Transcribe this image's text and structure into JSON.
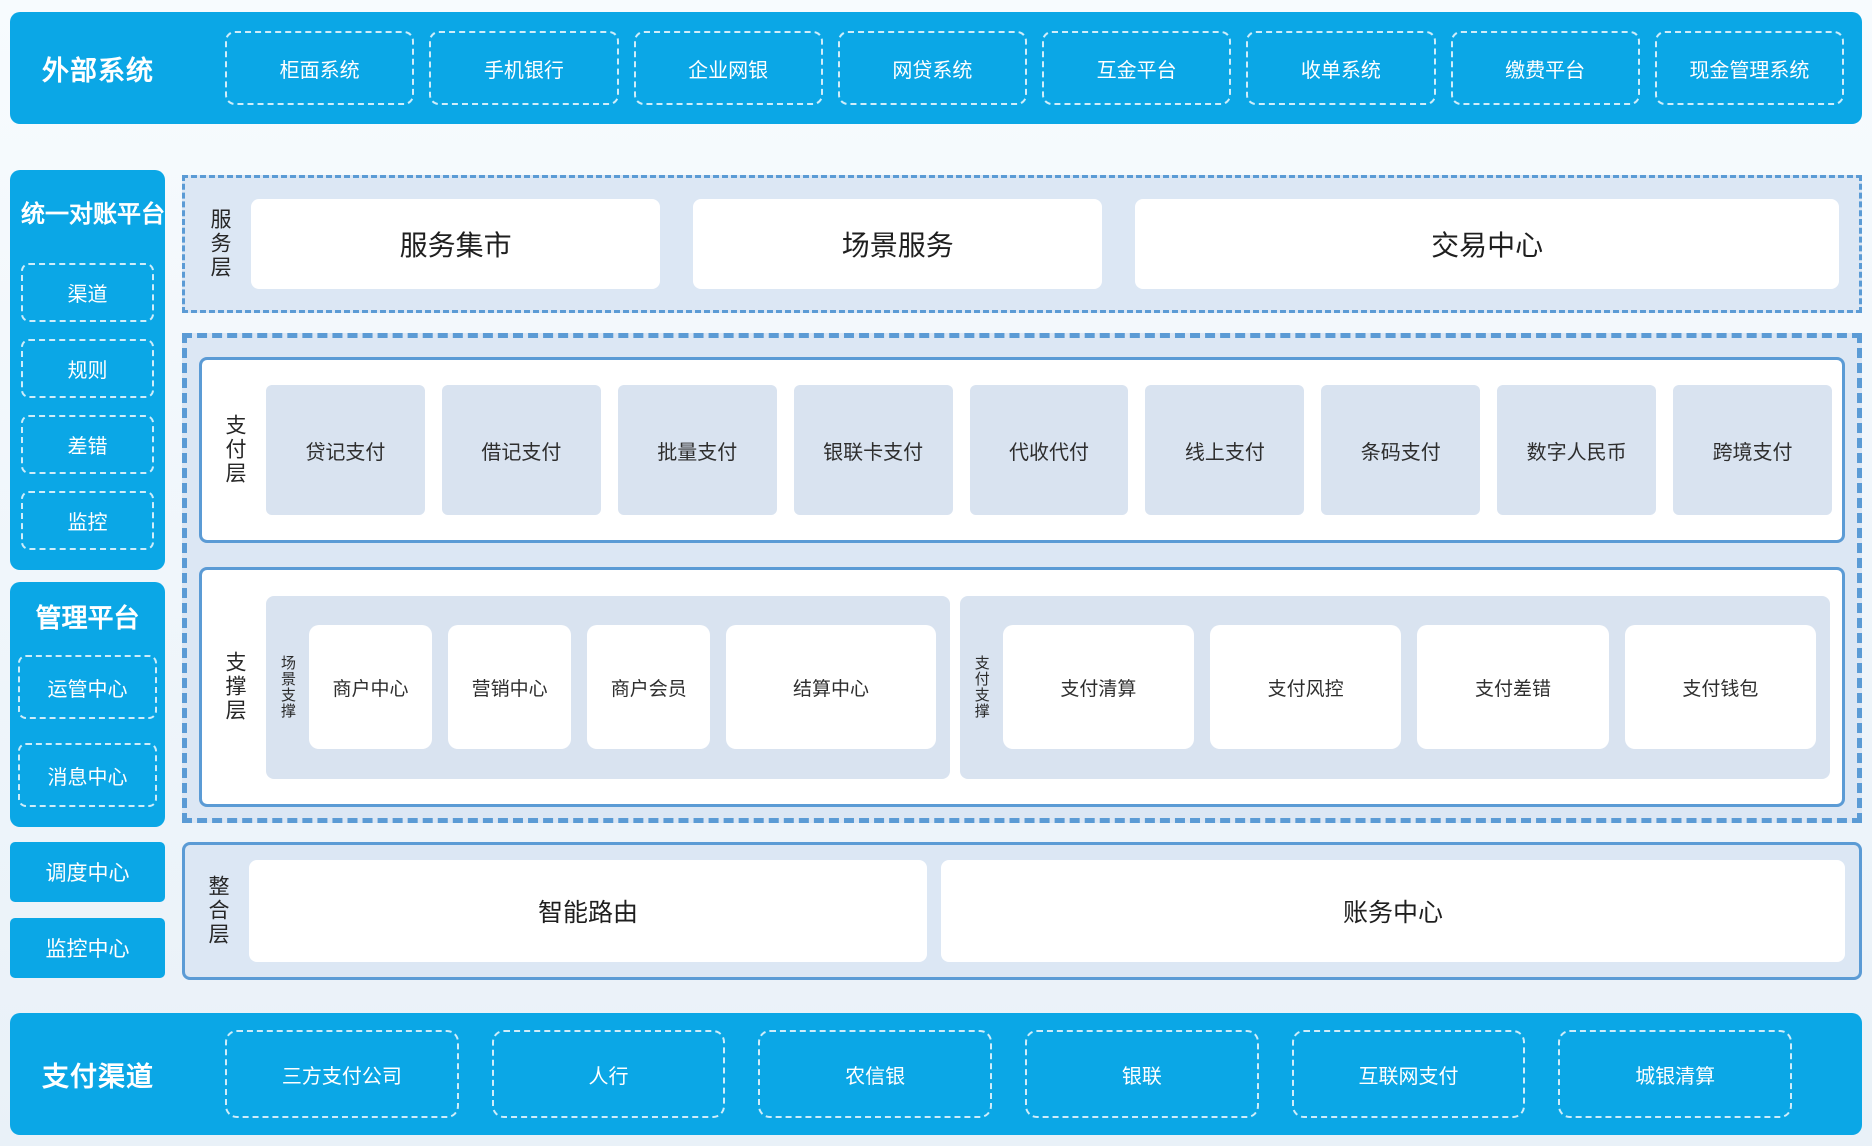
{
  "colors": {
    "primary_blue": "#0ba7e6",
    "panel_light_blue": "#dce7f4",
    "item_light_blue": "#d9e3f0",
    "border_blue": "#5b9bd5",
    "page_background": "#eef5fb",
    "dark_text": "#2b2b2b",
    "white_text": "#ffffff"
  },
  "external_systems": {
    "title": "外部系统",
    "items": [
      "柜面系统",
      "手机银行",
      "企业网银",
      "网贷系统",
      "互金平台",
      "收单系统",
      "缴费平台",
      "现金管理系统"
    ]
  },
  "left_sidebar": {
    "reconciliation": {
      "title": "统一对账平台",
      "items": [
        "渠道",
        "规则",
        "差错",
        "监控"
      ]
    },
    "management": {
      "title": "管理平台",
      "items": [
        "运管中心",
        "消息中心"
      ]
    },
    "standalone": [
      "调度中心",
      "监控中心"
    ]
  },
  "service_layer": {
    "label": "服务层",
    "items": [
      "服务集市",
      "场景服务",
      "交易中心"
    ]
  },
  "payment_layer": {
    "label": "支付层",
    "items": [
      "贷记支付",
      "借记支付",
      "批量支付",
      "银联卡支付",
      "代收代付",
      "线上支付",
      "条码支付",
      "数字人民币",
      "跨境支付"
    ]
  },
  "support_layer": {
    "label": "支撑层",
    "groups": [
      {
        "label": "场景支撑",
        "items": [
          "商户中心",
          "营销中心",
          "商户会员",
          "结算中心"
        ]
      },
      {
        "label": "支付支撑",
        "items": [
          "支付清算",
          "支付风控",
          "支付差错",
          "支付钱包"
        ]
      }
    ]
  },
  "integration_layer": {
    "label": "整合层",
    "items": [
      "智能路由",
      "账务中心"
    ]
  },
  "payment_channels": {
    "title": "支付渠道",
    "items": [
      "三方支付公司",
      "人行",
      "农信银",
      "银联",
      "互联网支付",
      "城银清算"
    ]
  }
}
